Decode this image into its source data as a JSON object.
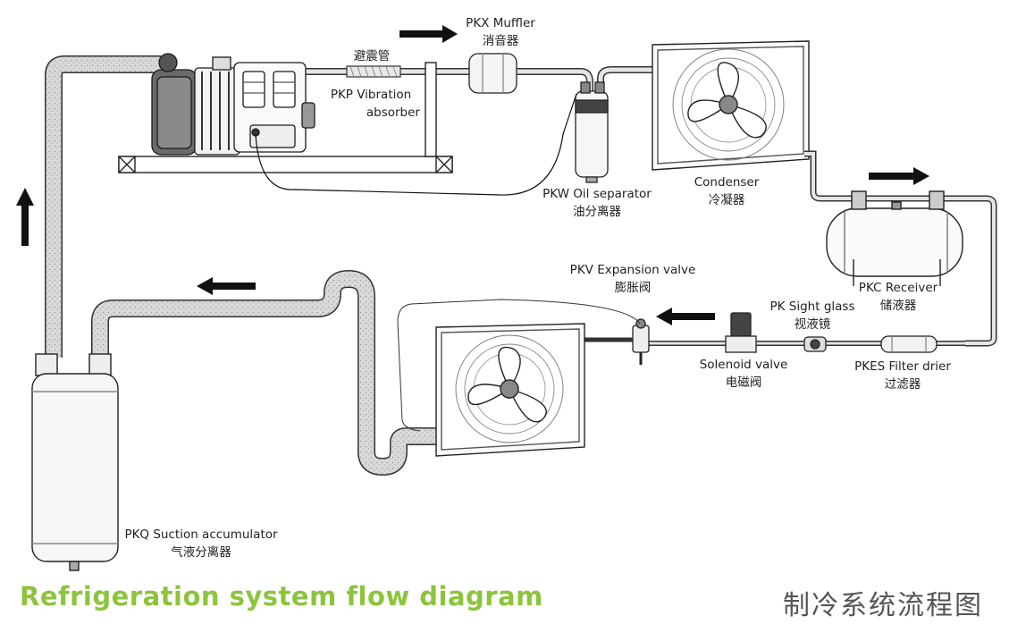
{
  "labels": {
    "muffler_en": "PKX Muffler",
    "muffler_cn": "消音器",
    "vib_cn": "避震管",
    "vib_en1": "PKP Vibration",
    "vib_en2": "absorber",
    "oil_en": "PKW Oil separator",
    "oil_cn": "油分离器",
    "cond_en": "Condenser",
    "cond_cn": "冷凝器",
    "recv_en": "PKC Receiver",
    "recv_cn": "储液器",
    "exp_en": "PKV Expansion valve",
    "exp_cn": "膨胀阀",
    "sight_en": "PK Sight glass",
    "sight_cn": "视液镜",
    "sol_en": "Solenoid valve",
    "sol_cn": "电磁阀",
    "filter_en": "PKES Filter drier",
    "filter_cn": "过滤器",
    "acc_en": "PKQ Suction accumulator",
    "acc_cn": "气液分离器"
  },
  "title": "Refrigeration system flow diagram",
  "title_cn": "制冷系统流程图",
  "colors": {
    "title": "#8cc43c",
    "title_cn": "#555555",
    "line": "#222222"
  }
}
